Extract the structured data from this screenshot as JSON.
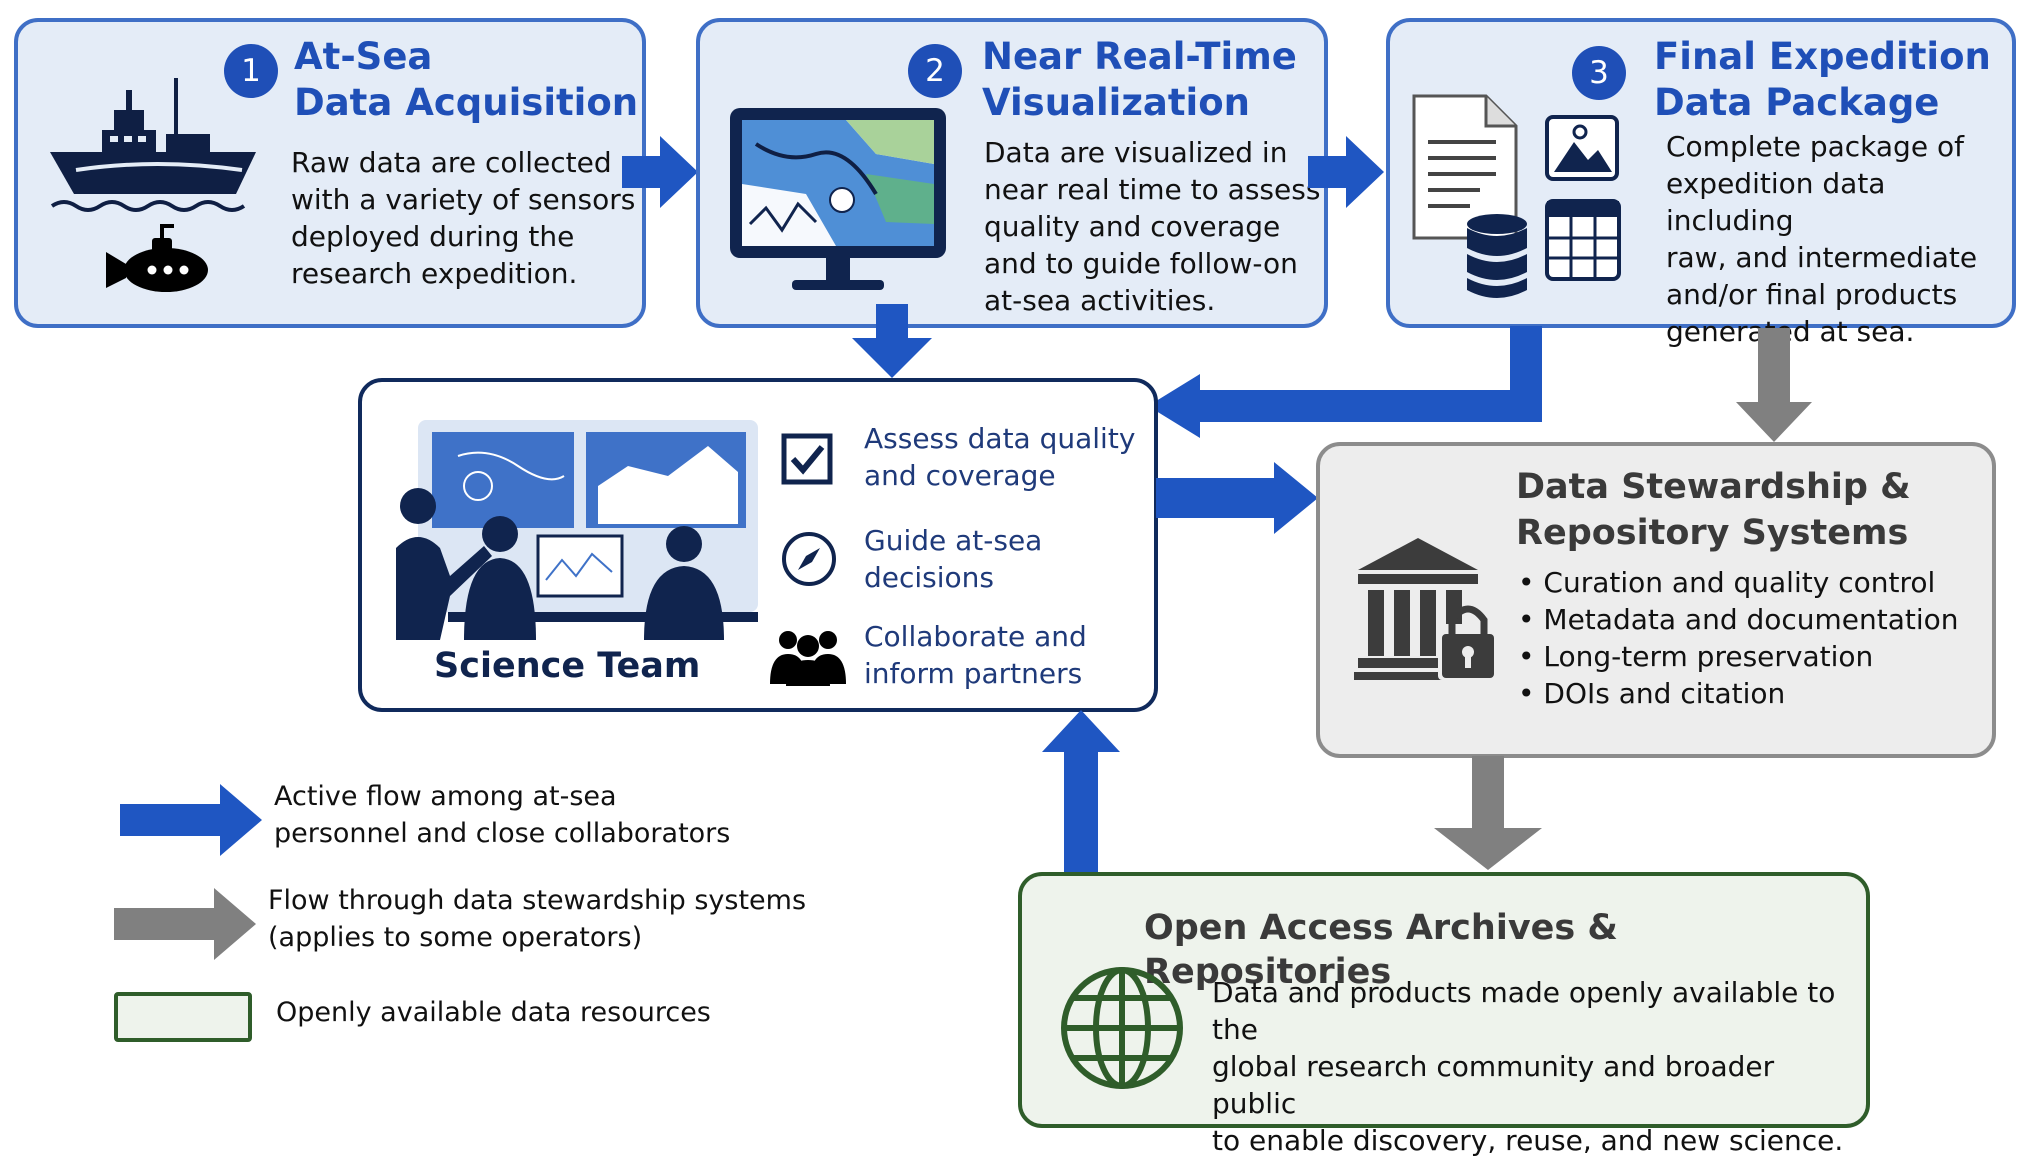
{
  "stages": [
    {
      "number": "1",
      "title_line1": "At-Sea",
      "title_line2": "Data Acquisition",
      "body_lines": [
        "Raw data are collected",
        "with a variety of sensors",
        "deployed during the",
        "research expedition."
      ],
      "icons": [
        "ship-icon",
        "submarine-icon"
      ]
    },
    {
      "number": "2",
      "title_line1": "Near Real-Time",
      "title_line2": "Visualization",
      "body_lines": [
        "Data are visualized in",
        "near real time to assess",
        "quality and coverage",
        "and to guide follow-on",
        "at-sea activities."
      ],
      "icons": [
        "monitor-map-icon"
      ]
    },
    {
      "number": "3",
      "title_line1": "Final Expedition",
      "title_line2": "Data Package",
      "body_lines": [
        "Complete package of",
        "expedition data including",
        "raw, and intermediate",
        "and/or final products",
        "generated at sea."
      ],
      "icons": [
        "document-icon",
        "image-icon",
        "database-icon",
        "spreadsheet-icon"
      ]
    }
  ],
  "science_team": {
    "label": "Science Team",
    "items": [
      {
        "icon": "checkbox-icon",
        "line1": "Assess data quality",
        "line2": "and coverage"
      },
      {
        "icon": "compass-icon",
        "line1": "Guide at-sea",
        "line2": "decisions"
      },
      {
        "icon": "people-icon",
        "line1": "Collaborate and",
        "line2": "inform partners"
      }
    ]
  },
  "stewardship": {
    "title_line1": "Data Stewardship &",
    "title_line2": "Repository Systems",
    "bullets": [
      "Curation and quality control",
      "Metadata and documentation",
      "Long-term preservation",
      "DOIs and citation"
    ],
    "icon": "bank-lock-icon"
  },
  "open_access": {
    "title": "Open Access Archives & Repositories",
    "body_lines": [
      "Data and products made openly available to the",
      "global research community and broader public",
      "to enable discovery, reuse, and new science."
    ],
    "icon": "globe-icon"
  },
  "legend": [
    {
      "symbol": "blue-arrow",
      "line1": "Active flow among at-sea",
      "line2": "personnel and close collaborators"
    },
    {
      "symbol": "gray-arrow",
      "line1": "Flow through data stewardship systems",
      "line2": "(applies to some operators)"
    },
    {
      "symbol": "green-box",
      "line1": "Openly available data resources",
      "line2": ""
    }
  ],
  "colors": {
    "active_flow": "#1f56c2",
    "stewardship_flow": "#808080",
    "stage_fill": "#e4ecf7",
    "stage_border": "#3f6fc6",
    "open_fill": "#eef3ec",
    "open_border": "#2f5d2a",
    "steward_fill": "#ededed",
    "navy": "#102a5c"
  }
}
